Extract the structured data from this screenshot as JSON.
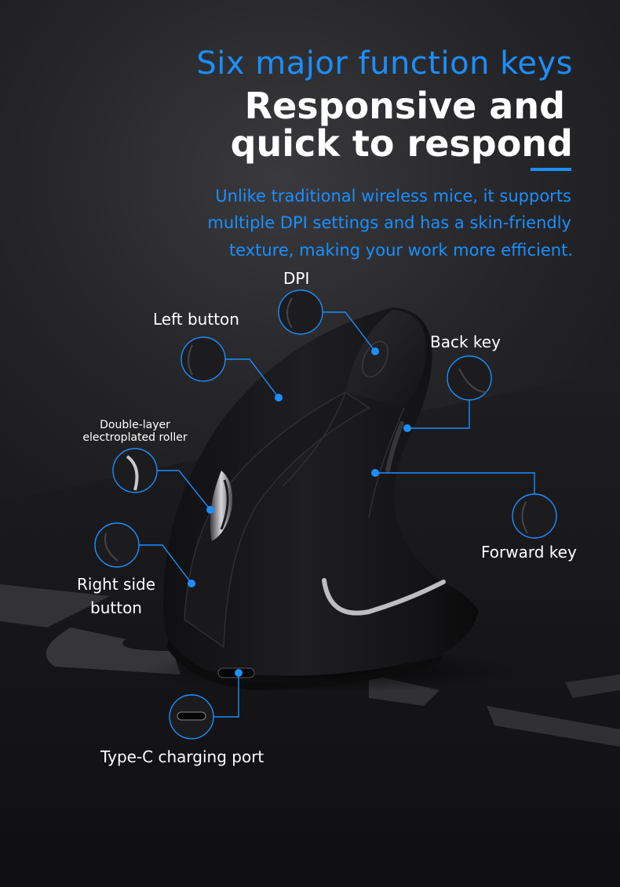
{
  "headline": {
    "blue": "Six major function keys",
    "white_line1": "Responsive and",
    "white_line2": "quick to respond"
  },
  "description": {
    "line1": "Unlike traditional wireless mice, it supports",
    "line2": "multiple DPI settings and has a skin-friendly",
    "line3": "texture, making your work more efficient."
  },
  "callouts": {
    "dpi": "DPI",
    "left_button": "Left button",
    "back_key": "Back key",
    "roller_line1": "Double-layer",
    "roller_line2": "electroplated roller",
    "forward_key": "Forward key",
    "right_line1": "Right side",
    "right_line2": "button",
    "typec": "Type-C charging port"
  },
  "colors": {
    "accent": "#1a8fff",
    "text": "#ffffff",
    "background": "#262629"
  }
}
